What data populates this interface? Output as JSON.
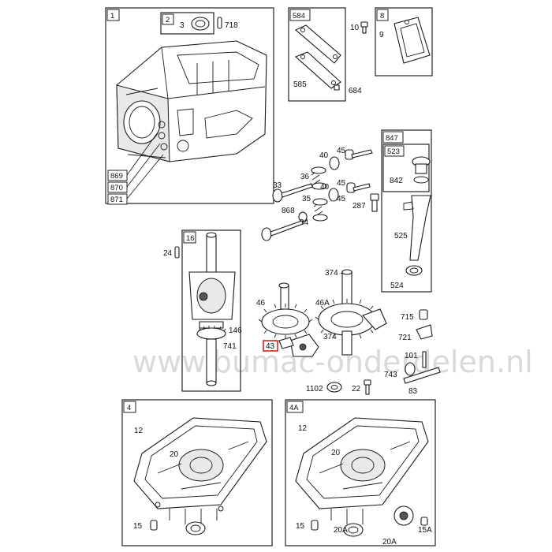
{
  "watermark": "www.bumac-onderdelen.nl",
  "highlight_color": "#d62020",
  "panels": {
    "crankcase": "1",
    "crankcase_seal": "2",
    "gasket_584": "584",
    "cover_8": "8",
    "dipstick": "847",
    "dipstick_cap": "523",
    "crankshaft": "16",
    "sump": "4",
    "sump_alt": "4A"
  },
  "labels": {
    "p3": "3",
    "p718": "718",
    "p869": "869",
    "p870": "870",
    "p871": "871",
    "p585": "585",
    "p684": "684",
    "p10": "10",
    "p9": "9",
    "p842": "842",
    "p525": "525",
    "p524": "524",
    "p40a": "40",
    "p45a": "45",
    "p36": "36",
    "p33": "33",
    "p40b": "40",
    "p45b": "45",
    "p868": "868",
    "p35": "35",
    "p287": "287",
    "p34": "34",
    "p24": "24",
    "p146": "146",
    "p741": "741",
    "p374": "374",
    "p46": "46",
    "p46a": "46A",
    "p715": "715",
    "p721": "721",
    "p43": "43",
    "p374b": "374",
    "p101": "101",
    "p743": "743",
    "p1102": "1102",
    "p22": "22",
    "p83": "83",
    "p12a": "12",
    "p20a": "20",
    "p15": "15",
    "p12b": "12",
    "p20b": "20",
    "p15b": "15",
    "p20c": "20A",
    "p15a": "15A"
  }
}
